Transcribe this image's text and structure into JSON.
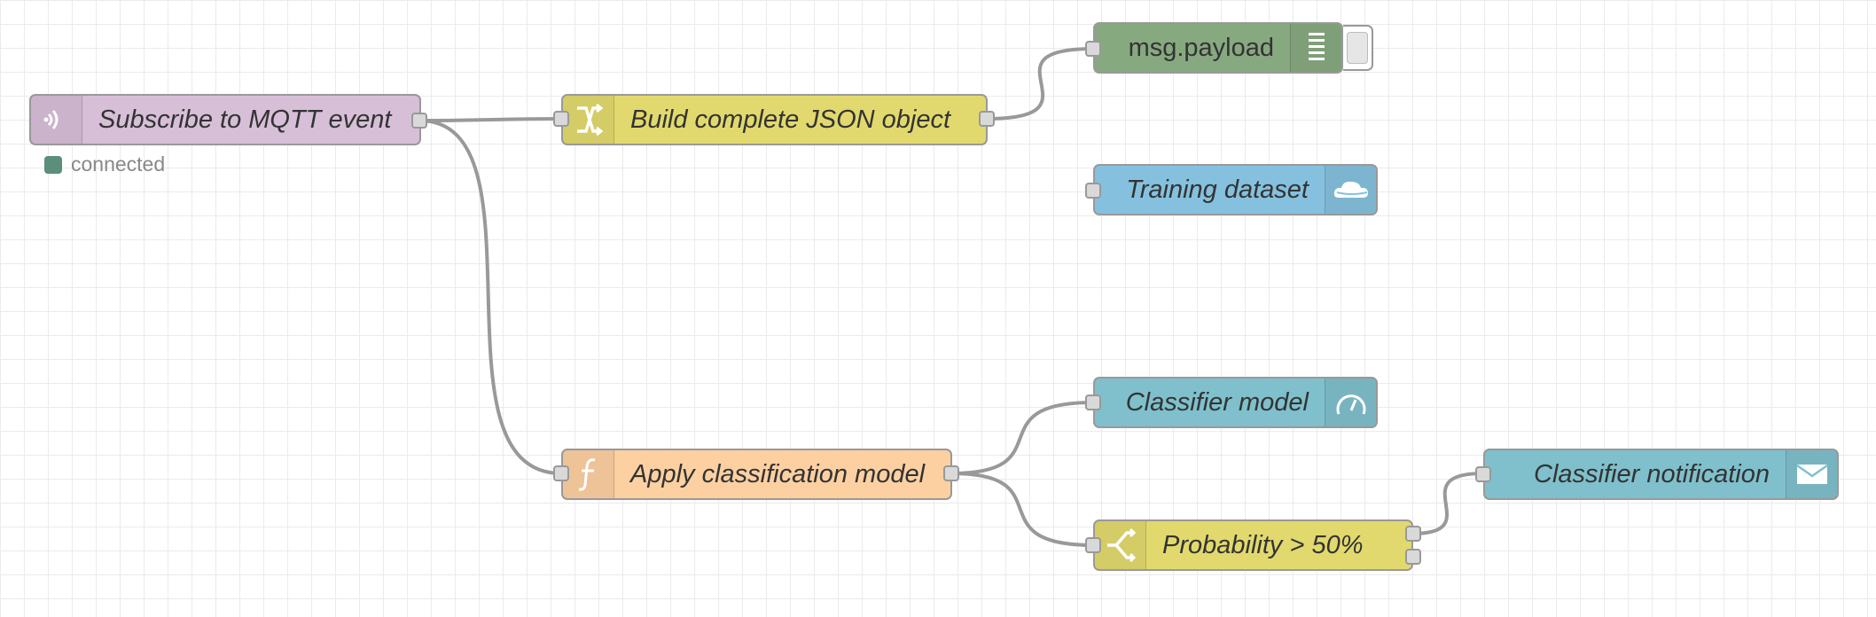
{
  "nodes": {
    "mqtt_in": {
      "label": "Subscribe to MQTT event",
      "icon": "mqtt-icon",
      "color": "#d7bfd8",
      "status": {
        "text": "connected",
        "color": "#5a8f7b"
      }
    },
    "build_json": {
      "label": "Build complete JSON object",
      "icon": "change-icon",
      "color": "#e2d96e"
    },
    "msg_payload": {
      "label": "msg.payload",
      "icon": "debug-icon",
      "color": "#87a980"
    },
    "training_dataset": {
      "label": "Training dataset",
      "icon": "cloud-icon",
      "color": "#85c1de"
    },
    "apply_model": {
      "label": "Apply classification model",
      "icon": "function-icon",
      "color": "#fdd0a2"
    },
    "classifier_model": {
      "label": "Classifier model",
      "icon": "gauge-icon",
      "color": "#7fc0cc"
    },
    "probability": {
      "label": "Probability > 50%",
      "icon": "switch-icon",
      "color": "#e2d96e"
    },
    "classifier_notification": {
      "label": "Classifier notification",
      "icon": "envelope-icon",
      "color": "#7fc0cc"
    }
  },
  "wires": [
    [
      "mqtt_in",
      "build_json"
    ],
    [
      "mqtt_in",
      "apply_model"
    ],
    [
      "build_json",
      "msg_payload"
    ],
    [
      "apply_model",
      "classifier_model"
    ],
    [
      "apply_model",
      "probability"
    ],
    [
      "probability",
      "classifier_notification"
    ]
  ]
}
